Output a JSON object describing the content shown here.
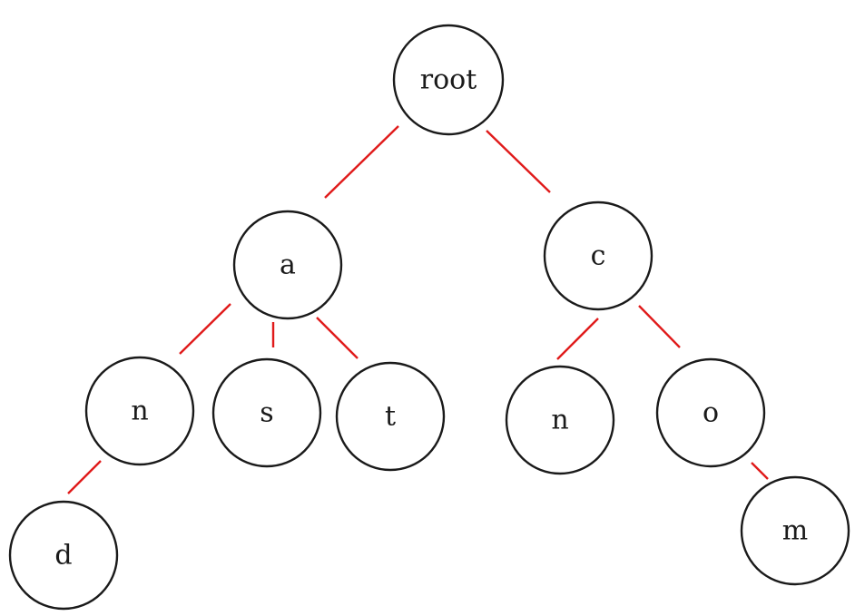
{
  "diagram": {
    "type": "trie",
    "colors": {
      "edge": "#e01a1a",
      "node_stroke": "#1a1a1a",
      "node_fill": "#ffffff",
      "background": "#ffffff"
    },
    "nodes": {
      "root": {
        "label": "root"
      },
      "a": {
        "label": "a"
      },
      "c": {
        "label": "c"
      },
      "an": {
        "label": "n"
      },
      "as": {
        "label": "s"
      },
      "at": {
        "label": "t"
      },
      "cn": {
        "label": "n"
      },
      "co": {
        "label": "o"
      },
      "and": {
        "label": "d"
      },
      "com": {
        "label": "m"
      }
    },
    "edges": [
      [
        "root",
        "a"
      ],
      [
        "root",
        "c"
      ],
      [
        "a",
        "an"
      ],
      [
        "a",
        "as"
      ],
      [
        "a",
        "at"
      ],
      [
        "c",
        "cn"
      ],
      [
        "c",
        "co"
      ],
      [
        "an",
        "and"
      ],
      [
        "co",
        "com"
      ]
    ]
  }
}
